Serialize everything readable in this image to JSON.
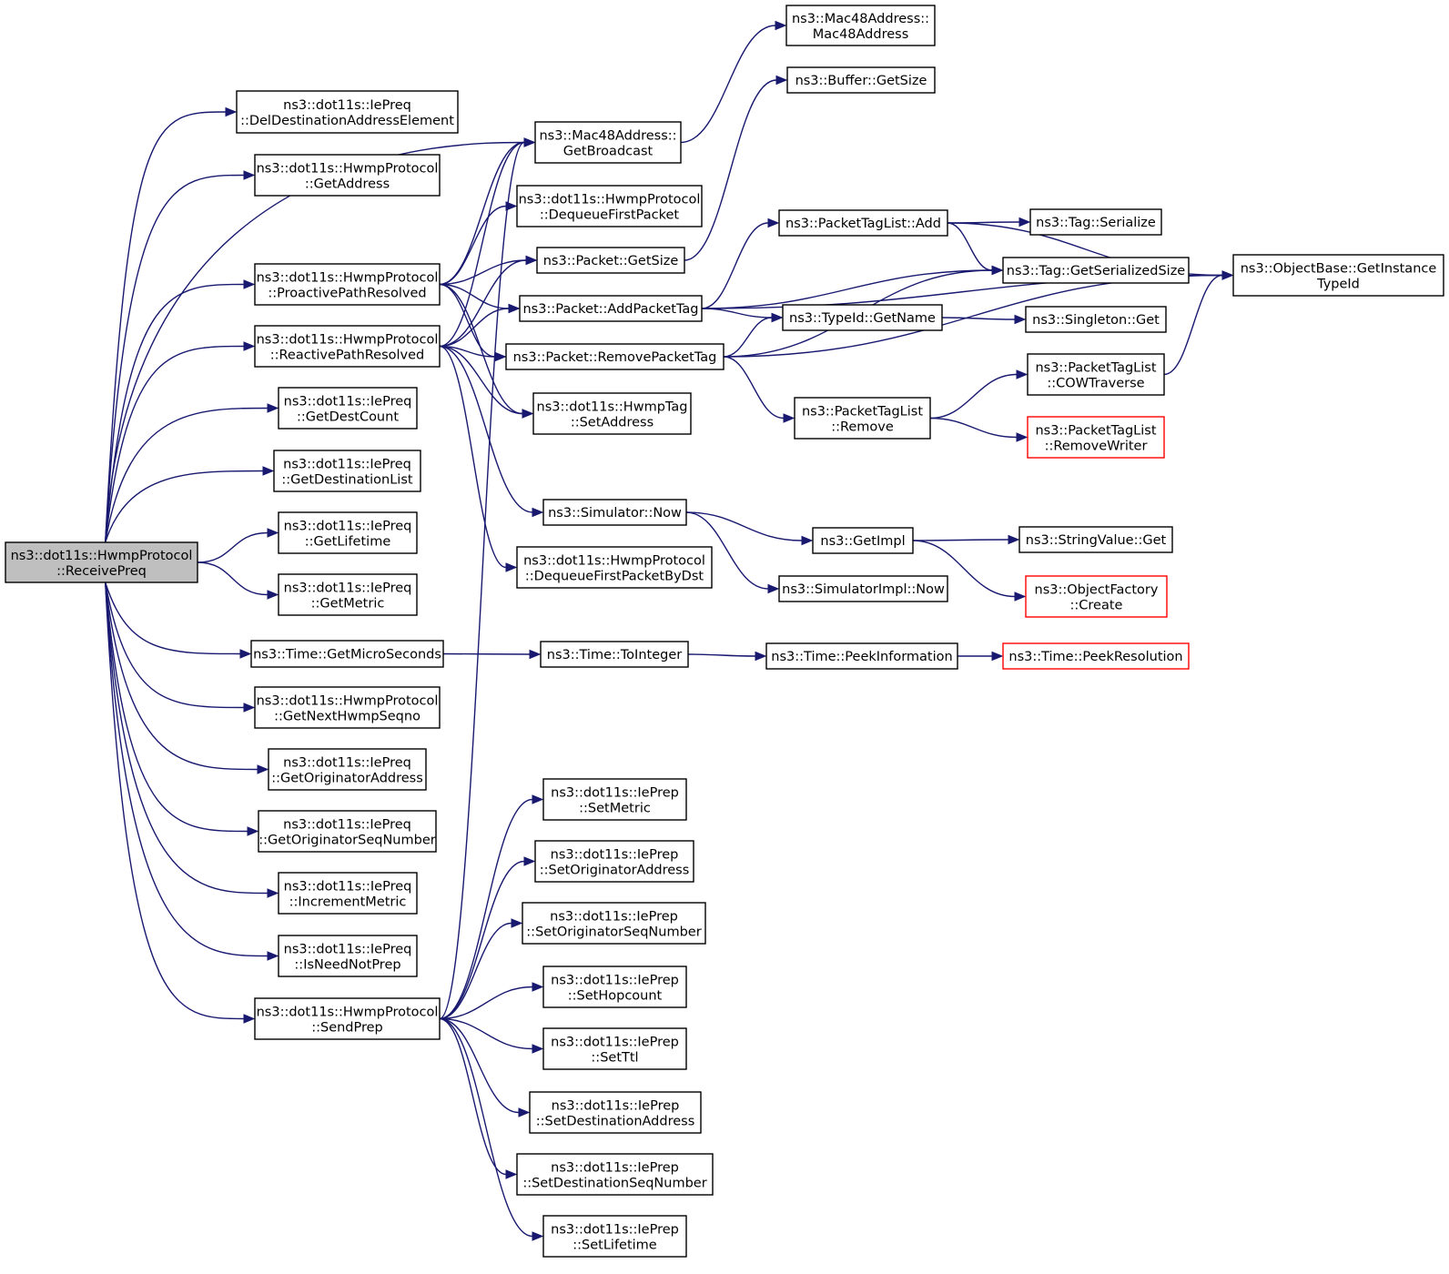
{
  "colors": {
    "edge": "#191970",
    "root_fill": "#bfbfbf",
    "box_border": "#000000",
    "truncated_border": "#ff0000"
  },
  "nodes": {
    "root": [
      "ns3::dot11s::HwmpProtocol",
      "::ReceivePreq"
    ],
    "del_dest": [
      "ns3::dot11s::IePreq",
      "::DelDestinationAddressElement"
    ],
    "get_address": [
      "ns3::dot11s::HwmpProtocol",
      "::GetAddress"
    ],
    "proactive": [
      "ns3::dot11s::HwmpProtocol",
      "::ProactivePathResolved"
    ],
    "reactive": [
      "ns3::dot11s::HwmpProtocol",
      "::ReactivePathResolved"
    ],
    "get_dest_count": [
      "ns3::dot11s::IePreq",
      "::GetDestCount"
    ],
    "get_dest_list": [
      "ns3::dot11s::IePreq",
      "::GetDestinationList"
    ],
    "get_lifetime": [
      "ns3::dot11s::IePreq",
      "::GetLifetime"
    ],
    "get_metric": [
      "ns3::dot11s::IePreq",
      "::GetMetric"
    ],
    "get_micro": [
      "ns3::Time::GetMicroSeconds"
    ],
    "get_next_seqno": [
      "ns3::dot11s::HwmpProtocol",
      "::GetNextHwmpSeqno"
    ],
    "get_orig_addr": [
      "ns3::dot11s::IePreq",
      "::GetOriginatorAddress"
    ],
    "get_orig_seq": [
      "ns3::dot11s::IePreq",
      "::GetOriginatorSeqNumber"
    ],
    "increment_metric": [
      "ns3::dot11s::IePreq",
      "::IncrementMetric"
    ],
    "is_need_not_prep": [
      "ns3::dot11s::IePreq",
      "::IsNeedNotPrep"
    ],
    "send_prep": [
      "ns3::dot11s::HwmpProtocol",
      "::SendPrep"
    ],
    "get_broadcast": [
      "ns3::Mac48Address::",
      "GetBroadcast"
    ],
    "dequeue_first": [
      "ns3::dot11s::HwmpProtocol",
      "::DequeueFirstPacket"
    ],
    "packet_get_size": [
      "ns3::Packet::GetSize"
    ],
    "add_packet_tag": [
      "ns3::Packet::AddPacketTag"
    ],
    "remove_packet_tag": [
      "ns3::Packet::RemovePacketTag"
    ],
    "hwmp_tag_set_addr": [
      "ns3::dot11s::HwmpTag",
      "::SetAddress"
    ],
    "sim_now": [
      "ns3::Simulator::Now"
    ],
    "dequeue_by_dst": [
      "ns3::dot11s::HwmpProtocol",
      "::DequeueFirstPacketByDst"
    ],
    "to_integer": [
      "ns3::Time::ToInteger"
    ],
    "set_metric": [
      "ns3::dot11s::IePrep",
      "::SetMetric"
    ],
    "set_orig_addr": [
      "ns3::dot11s::IePrep",
      "::SetOriginatorAddress"
    ],
    "set_orig_seq": [
      "ns3::dot11s::IePrep",
      "::SetOriginatorSeqNumber"
    ],
    "set_hopcount": [
      "ns3::dot11s::IePrep",
      "::SetHopcount"
    ],
    "set_ttl": [
      "ns3::dot11s::IePrep",
      "::SetTtl"
    ],
    "set_dest_addr": [
      "ns3::dot11s::IePrep",
      "::SetDestinationAddress"
    ],
    "set_dest_seq": [
      "ns3::dot11s::IePrep",
      "::SetDestinationSeqNumber"
    ],
    "set_lifetime": [
      "ns3::dot11s::IePrep",
      "::SetLifetime"
    ],
    "mac48_ctor": [
      "ns3::Mac48Address::",
      "Mac48Address"
    ],
    "buffer_get_size": [
      "ns3::Buffer::GetSize"
    ],
    "tag_list_add": [
      "ns3::PacketTagList::Add"
    ],
    "typeid_get_name": [
      "ns3::TypeId::GetName"
    ],
    "tag_list_remove": [
      "ns3::PacketTagList",
      "::Remove"
    ],
    "get_impl": [
      "ns3::GetImpl"
    ],
    "sim_impl_now": [
      "ns3::SimulatorImpl::Now"
    ],
    "peek_info": [
      "ns3::Time::PeekInformation"
    ],
    "tag_serialize": [
      "ns3::Tag::Serialize"
    ],
    "tag_get_ser_size": [
      "ns3::Tag::GetSerializedSize"
    ],
    "singleton_get": [
      "ns3::Singleton::Get"
    ],
    "cow_traverse": [
      "ns3::PacketTagList",
      "::COWTraverse"
    ],
    "remove_writer": [
      "ns3::PacketTagList",
      "::RemoveWriter"
    ],
    "string_value_get": [
      "ns3::StringValue::Get"
    ],
    "object_factory_create": [
      "ns3::ObjectFactory",
      "::Create"
    ],
    "peek_resolution": [
      "ns3::Time::PeekResolution"
    ],
    "get_instance_typeid": [
      "ns3::ObjectBase::GetInstance",
      "TypeId"
    ]
  },
  "edges": [
    [
      "root",
      "del_dest"
    ],
    [
      "root",
      "get_address"
    ],
    [
      "root",
      "get_broadcast"
    ],
    [
      "root",
      "proactive"
    ],
    [
      "root",
      "reactive"
    ],
    [
      "root",
      "get_dest_count"
    ],
    [
      "root",
      "get_dest_list"
    ],
    [
      "root",
      "get_lifetime"
    ],
    [
      "root",
      "get_metric"
    ],
    [
      "root",
      "get_micro"
    ],
    [
      "root",
      "get_next_seqno"
    ],
    [
      "root",
      "get_orig_addr"
    ],
    [
      "root",
      "get_orig_seq"
    ],
    [
      "root",
      "increment_metric"
    ],
    [
      "root",
      "is_need_not_prep"
    ],
    [
      "root",
      "send_prep"
    ],
    [
      "proactive",
      "get_broadcast"
    ],
    [
      "proactive",
      "dequeue_first"
    ],
    [
      "proactive",
      "packet_get_size"
    ],
    [
      "proactive",
      "add_packet_tag"
    ],
    [
      "proactive",
      "remove_packet_tag"
    ],
    [
      "proactive",
      "hwmp_tag_set_addr"
    ],
    [
      "reactive",
      "get_broadcast"
    ],
    [
      "reactive",
      "packet_get_size"
    ],
    [
      "reactive",
      "add_packet_tag"
    ],
    [
      "reactive",
      "remove_packet_tag"
    ],
    [
      "reactive",
      "hwmp_tag_set_addr"
    ],
    [
      "reactive",
      "sim_now"
    ],
    [
      "reactive",
      "dequeue_by_dst"
    ],
    [
      "get_micro",
      "to_integer"
    ],
    [
      "send_prep",
      "get_broadcast"
    ],
    [
      "send_prep",
      "set_metric"
    ],
    [
      "send_prep",
      "set_orig_addr"
    ],
    [
      "send_prep",
      "set_orig_seq"
    ],
    [
      "send_prep",
      "set_hopcount"
    ],
    [
      "send_prep",
      "set_ttl"
    ],
    [
      "send_prep",
      "set_dest_addr"
    ],
    [
      "send_prep",
      "set_dest_seq"
    ],
    [
      "send_prep",
      "set_lifetime"
    ],
    [
      "get_broadcast",
      "mac48_ctor"
    ],
    [
      "packet_get_size",
      "buffer_get_size"
    ],
    [
      "add_packet_tag",
      "get_instance_typeid"
    ],
    [
      "add_packet_tag",
      "tag_list_add"
    ],
    [
      "add_packet_tag",
      "tag_get_ser_size"
    ],
    [
      "add_packet_tag",
      "typeid_get_name"
    ],
    [
      "remove_packet_tag",
      "typeid_get_name"
    ],
    [
      "remove_packet_tag",
      "tag_get_ser_size"
    ],
    [
      "remove_packet_tag",
      "tag_list_remove"
    ],
    [
      "remove_packet_tag",
      "get_instance_typeid"
    ],
    [
      "sim_now",
      "get_impl"
    ],
    [
      "sim_now",
      "sim_impl_now"
    ],
    [
      "to_integer",
      "peek_info"
    ],
    [
      "tag_list_add",
      "tag_serialize"
    ],
    [
      "tag_list_add",
      "tag_get_ser_size"
    ],
    [
      "tag_list_add",
      "get_instance_typeid"
    ],
    [
      "typeid_get_name",
      "singleton_get"
    ],
    [
      "tag_list_remove",
      "cow_traverse"
    ],
    [
      "tag_list_remove",
      "remove_writer"
    ],
    [
      "get_impl",
      "string_value_get"
    ],
    [
      "get_impl",
      "object_factory_create"
    ],
    [
      "peek_info",
      "peek_resolution"
    ],
    [
      "cow_traverse",
      "get_instance_typeid"
    ]
  ]
}
